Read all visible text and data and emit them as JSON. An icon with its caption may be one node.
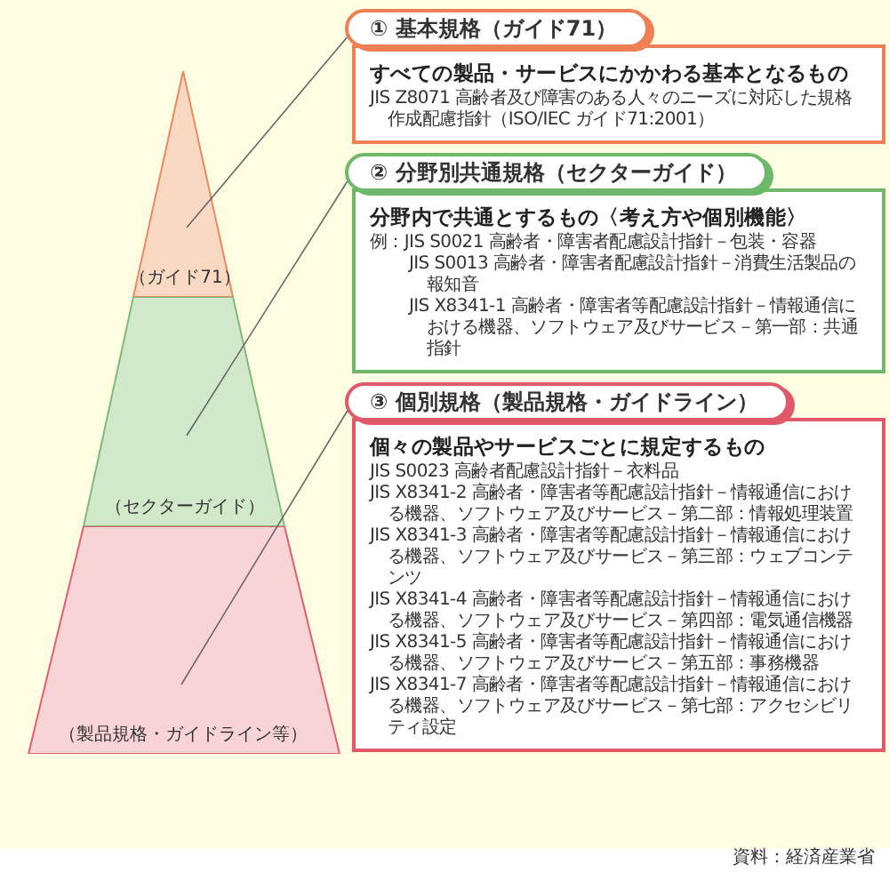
{
  "diagram": {
    "nodes": [
      {
        "text": [
          "（ガイド71）"
        ]
      },
      {
        "text": [
          "（セクターガイド）"
        ]
      },
      {
        "text": [
          "（製品規格・ガイドライン等）"
        ]
      },
      {
        "text": [
          "① 基本規格（ガイド71）"
        ]
      },
      {
        "text": [
          "すべての製品・サービスにかかわる基本となるもの",
          "JIS Z8071 高齢者及び障害のある人々のニーズに対応した規格作成配慮指針（ISO/IEC ガイド71:2001）"
        ]
      },
      {
        "text": [
          "② 分野別共通規格（セクターガイド）"
        ]
      },
      {
        "text": [
          "分野内で共通とするもの〈考え方や個別機能〉",
          "例：JIS S0021 高齢者・障害者配慮設計指針－包装・容器",
          "JIS S0013 高齢者・障害者配慮設計指針－消費生活製品の報知音",
          "JIS X8341-1 高齢者・障害者等配慮設計指針－情報通信における機器、ソフトウェア及びサービス－第一部：共通指針"
        ]
      },
      {
        "text": [
          "③ 個別規格（製品規格・ガイドライン）"
        ]
      },
      {
        "text": [
          "個々の製品やサービスごとに規定するもの",
          "JIS S0023 高齢者配慮設計指針－衣料品",
          "JIS X8341-2 高齢者・障害者等配慮設計指針－情報通信における機器、ソフトウェア及びサービス－第二部：情報処理装置",
          "JIS X8341-3 高齢者・障害者等配慮設計指針－情報通信における機器、ソフトウェア及びサービス－第三部：ウェブコンテンツ",
          "JIS X8341-4 高齢者・障害者等配慮設計指針－情報通信における機器、ソフトウェア及びサービス－第四部：電気通信機器",
          "JIS X8341-5 高齢者・障害者等配慮設計指針－情報通信における機器、ソフトウェア及びサービス－第五部：事務機器",
          "JIS X8341-7 高齢者・障害者等配慮設計指針－情報通信における機器、ソフトウェア及びサービス－第七部：アクセシビリティ設定"
        ]
      }
    ],
    "edges": [
      {
        "from": 3,
        "to": 0,
        "arrow": "none"
      },
      {
        "from": 5,
        "to": 1,
        "arrow": "none"
      },
      {
        "from": 7,
        "to": 2,
        "arrow": "none"
      }
    ],
    "labels": [
      "資料：経済産業省"
    ]
  }
}
